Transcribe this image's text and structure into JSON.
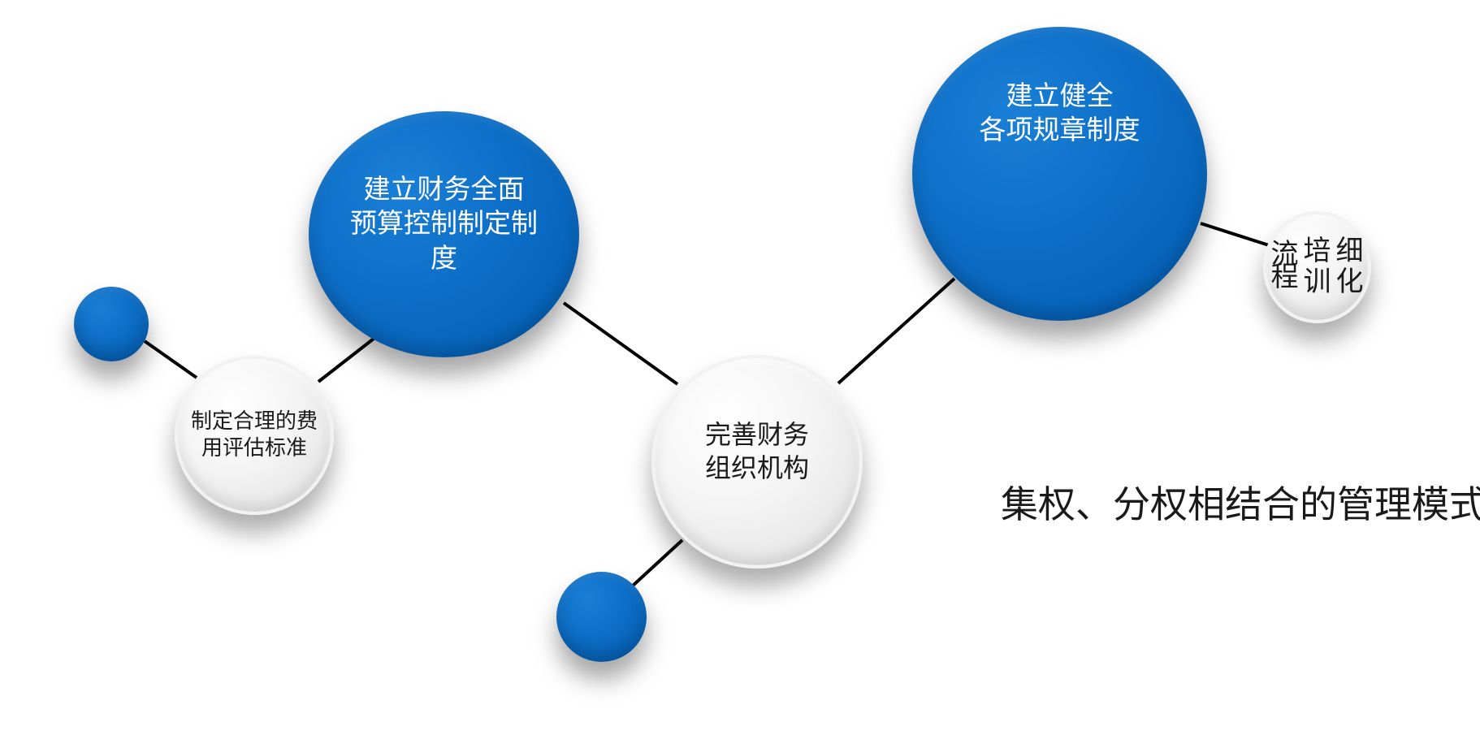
{
  "diagram": {
    "nodes": {
      "node_budget": {
        "text": "建立财务全面\n预算控制制定制\n度"
      },
      "node_rules": {
        "text": "建立健全\n各项规章制度"
      },
      "node_org": {
        "text": "完善财务\n组织机构"
      },
      "node_standard": {
        "text": "制定合理的费\n用评估标准"
      },
      "node_training": {
        "chars": [
          "流",
          "培",
          "细",
          "程",
          "训",
          "化"
        ]
      }
    },
    "headline": "集权、分权相结合的管理模式"
  }
}
